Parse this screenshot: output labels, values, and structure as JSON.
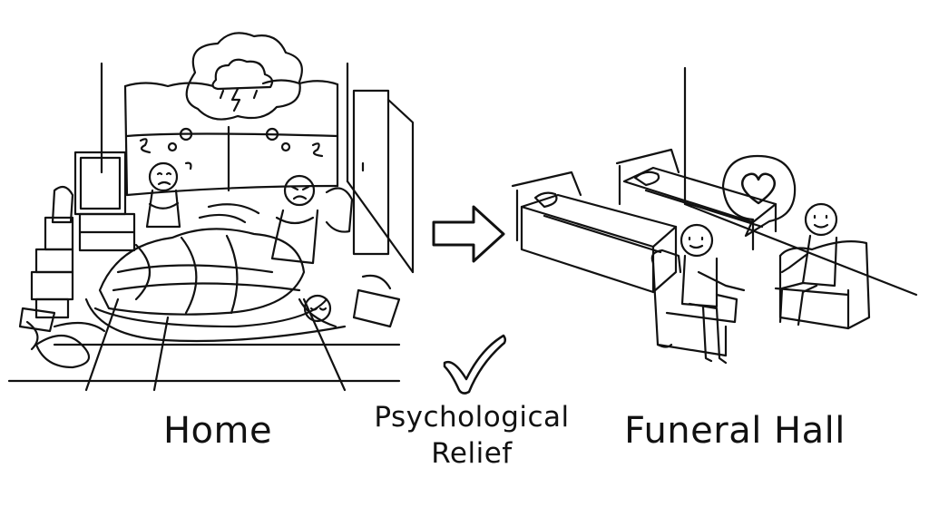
{
  "labels": {
    "home": "Home",
    "relief_line1": "Psychological",
    "relief_line2": "Relief",
    "funeral_hall": "Funeral Hall"
  },
  "icons": {
    "thought": "storm-cloud-icon",
    "arrow": "right-arrow-icon",
    "check": "checkmark-icon",
    "speech": "heart-speech-bubble-icon"
  },
  "colors": {
    "ink": "#111111",
    "background": "#ffffff"
  }
}
